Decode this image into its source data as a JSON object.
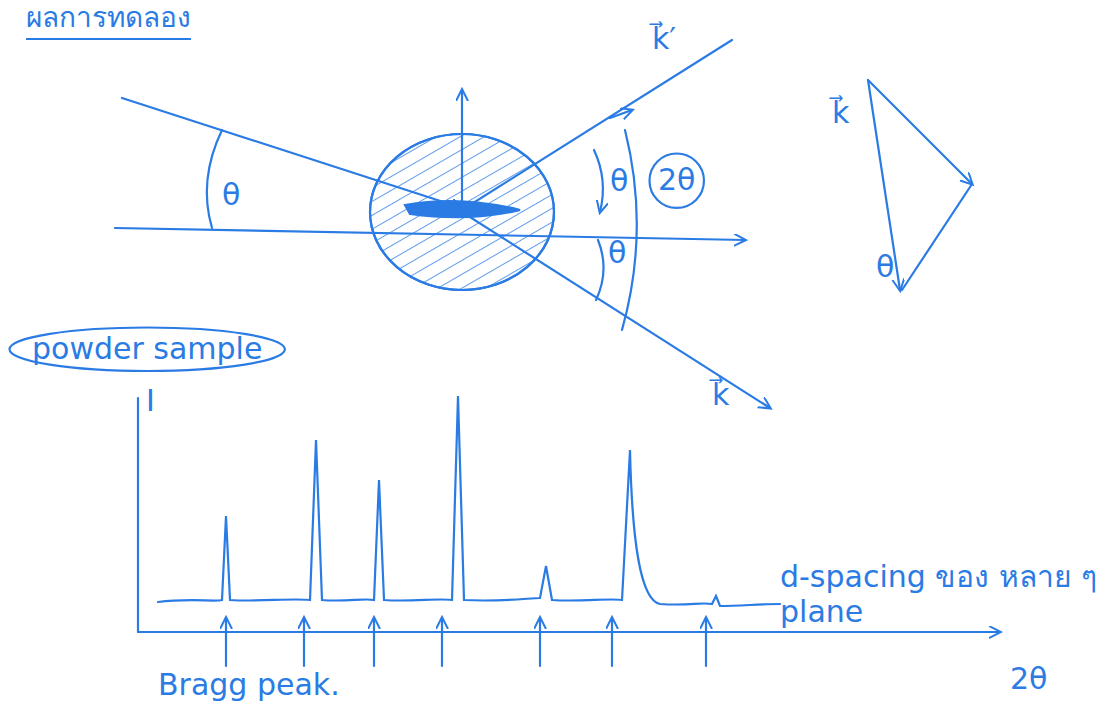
{
  "diagram": {
    "title": "ผลการทดลอง",
    "nodes": [
      {
        "text": [
          "2θ"
        ]
      },
      {
        "text": [
          "powder sample"
        ]
      }
    ],
    "labels": [
      "k⃗′",
      "θ",
      "θ",
      "θ",
      "k⃗",
      "θ",
      "k⃗",
      "I",
      "Bragg peak.",
      "2θ",
      "d-spacing ของ หลาย ๆ plane"
    ]
  }
}
